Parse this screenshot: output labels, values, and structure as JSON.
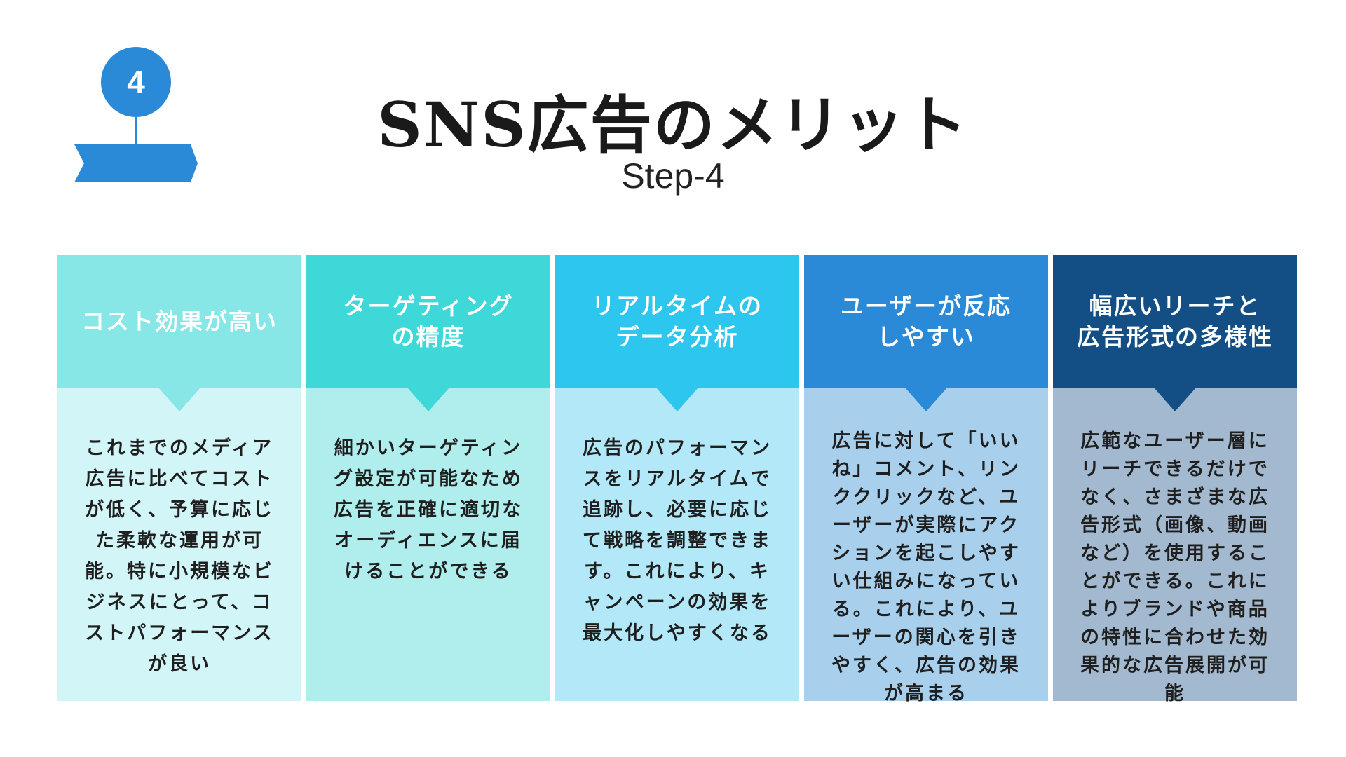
{
  "step_badge": "4",
  "title": "SNS広告のメリット",
  "subtitle": "Step-4",
  "colors": {
    "accent": "#2a8ad8",
    "head": [
      "#87e6e6",
      "#3ed8d8",
      "#2cc6ee",
      "#2a8ad8",
      "#134f85"
    ],
    "body": [
      "#d2f5f7",
      "#b0eded",
      "#b2e8f7",
      "#a8d0ec",
      "#a3b9cf"
    ]
  },
  "columns": [
    {
      "heading": "コスト効果が高い",
      "body": "これまでのメディア広告に比べてコストが低く、予算に応じた柔軟な運用が可能。特に小規模なビジネスにとって、コストパフォーマンスが良い"
    },
    {
      "heading": "ターゲティング\nの精度",
      "body": "細かいターゲティング設定が可能なため広告を正確に適切なオーディエンスに届けることができる"
    },
    {
      "heading": "リアルタイムの\nデータ分析",
      "body": "広告のパフォーマンスをリアルタイムで追跡し、必要に応じて戦略を調整できます。これにより、キャンペーンの効果を最大化しやすくなる"
    },
    {
      "heading": "ユーザーが反応\nしやすい",
      "body": "広告に対して「いいね」コメント、リンククリックなど、ユーザーが実際にアクションを起こしやすい仕組みになっている。これにより、ユーザーの関心を引きやすく、広告の効果が高まる"
    },
    {
      "heading": "幅広いリーチと\n広告形式の多様性",
      "body": "広範なユーザー層にリーチできるだけでなく、さまざまな広告形式（画像、動画など）を使用することができる。これによりブランドや商品の特性に合わせた効果的な広告展開が可能"
    }
  ]
}
